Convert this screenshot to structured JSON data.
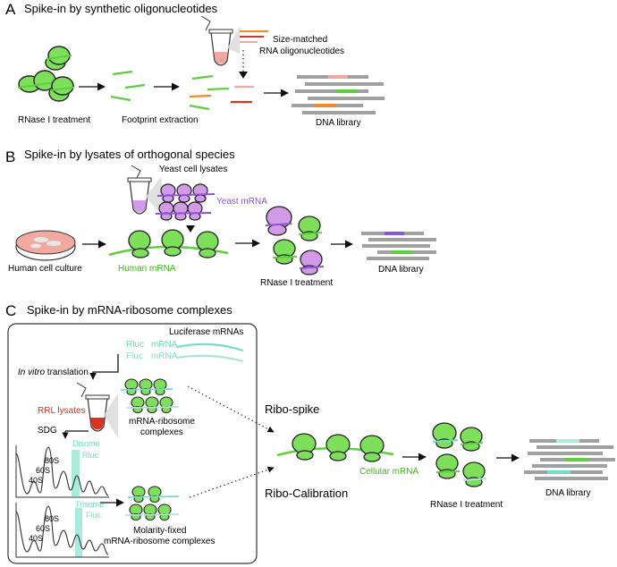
{
  "panel_a": {
    "letter": "A",
    "title": "Spike-in by synthetic oligonucleotides",
    "oligo_label_1": "Size-matched",
    "oligo_label_2": "RNA oligonucleotides",
    "step1": "RNase I treatment",
    "step2": "Footprint extraction",
    "library": "DNA library"
  },
  "panel_b": {
    "letter": "B",
    "title": "Spike-in by lysates of orthogonal species",
    "yeast_lysates": "Yeast cell lysates",
    "yeast_mrna": "Yeast mRNA",
    "human_culture": "Human cell culture",
    "human_mrna": "Human mRNA",
    "rnase": "RNase I treatment",
    "library": "DNA library"
  },
  "panel_c": {
    "letter": "C",
    "title": "Spike-in by mRNA-ribosome complexes",
    "luciferase": "Luciferase mRNAs",
    "rluc": "Rluc",
    "fluc": "Fluc",
    "mrna": "mRNA",
    "in_vitro": "In vitro",
    "translation": " translation",
    "rrl": "RRL lysates",
    "complexes_1": "mRNA-ribosome",
    "complexes_2": "complexes",
    "sdg": "SDG",
    "disome": "Disome",
    "trisome": "Trisome",
    "s80": "80S",
    "s60": "60S",
    "s40": "40S",
    "molarity_1": "Molarity-fixed",
    "molarity_2": "mRNA-ribosome complexes",
    "ribo_spike": "Ribo-spike",
    "ribo_calibration": "Ribo-Calibration",
    "cellular_mrna": "Cellular mRNA",
    "rnase": "RNase I treatment",
    "library": "DNA library"
  },
  "colors": {
    "ribosome_green": "#7ee05a",
    "yeast_purple": "#d39ae8",
    "mrna_purple": "#8a55d6",
    "rluc_teal": "#6fe0c6",
    "fluc_teal": "#a9e6d3",
    "library_gray": "#a0a0a0",
    "orange": "#f08a2a",
    "red": "#d9341f",
    "pink": "#f4a6a0"
  }
}
